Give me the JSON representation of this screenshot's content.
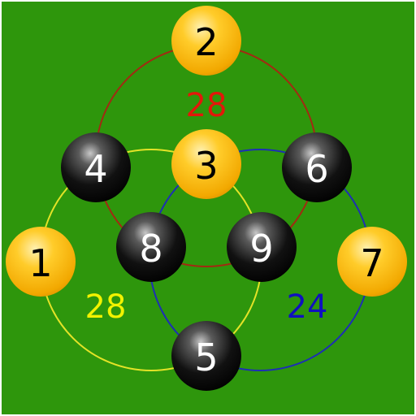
{
  "board": {
    "background": "#2e960c",
    "border": "#ffffff"
  },
  "circles": {
    "red": {
      "color": "#a22a12",
      "sum": "28",
      "sum_color": "#e3170a"
    },
    "yellow": {
      "color": "#e3e327",
      "sum": "28",
      "sum_color": "#f2f200"
    },
    "blue": {
      "color": "#1d2fb4",
      "sum": "24",
      "sum_color": "#1010c0"
    }
  },
  "balls": [
    {
      "label": "1",
      "color": "gold"
    },
    {
      "label": "2",
      "color": "gold"
    },
    {
      "label": "3",
      "color": "gold"
    },
    {
      "label": "4",
      "color": "black"
    },
    {
      "label": "5",
      "color": "black"
    },
    {
      "label": "6",
      "color": "black"
    },
    {
      "label": "7",
      "color": "gold"
    },
    {
      "label": "8",
      "color": "black"
    },
    {
      "label": "9",
      "color": "black"
    }
  ]
}
